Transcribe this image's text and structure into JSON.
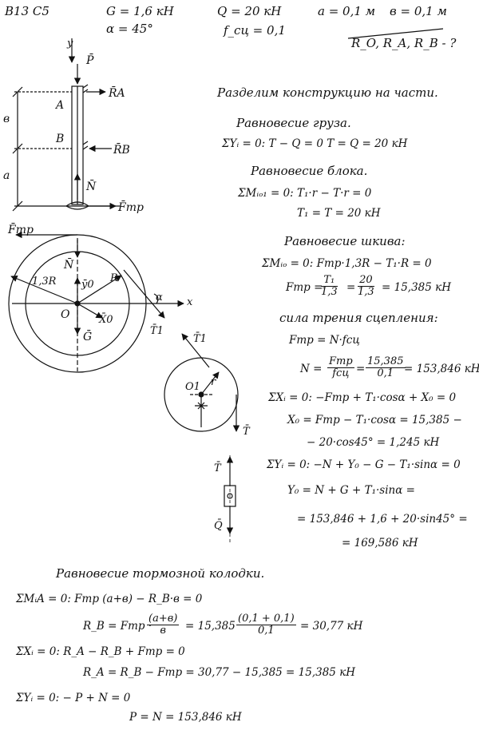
{
  "header": {
    "variant": "B13 C5",
    "g": "G = 1,6 кН",
    "alpha": "α = 45°",
    "q": "Q = 20 кН",
    "fsc": "f_сц = 0,1",
    "a": "a = 0,1 м",
    "b": "в = 0,1 м",
    "unknowns": "R_O, R_A, R_B - ?"
  },
  "fig1": {
    "y": "y",
    "p": "P̄",
    "ra": "R̄A",
    "rb": "R̄B",
    "a_lbl": "A",
    "b_lbl": "B",
    "dim_b": "в",
    "dim_a": "a",
    "n": "N̄",
    "ftr": "F̄тр"
  },
  "fig2": {
    "ftr": "F̄тр",
    "n": "N̄",
    "r13": "1,3R",
    "y0": "ȳ0",
    "r": "R",
    "alpha": "α",
    "x": "x",
    "o": "O",
    "x0": "X̄0",
    "g": "Ḡ",
    "t1": "T̄1"
  },
  "fig3": {
    "t1": "T̄1",
    "o1": "O1",
    "r": "r",
    "t": "T̄"
  },
  "fig4": {
    "t": "T̄",
    "q": "Q̄"
  },
  "text": {
    "l1": "Разделим конструкцию на части.",
    "l2": "Равновесие груза.",
    "l3": "ΣYᵢ = 0:  T − Q = 0          T = Q = 20 кН",
    "l4": "Равновесие блока.",
    "l5": "ΣMᵢₒ₁ = 0:  T₁·r − T·r = 0",
    "l6": "T₁ = T = 20 кН",
    "l7": "Равновесие шкива:",
    "l8": "ΣMᵢₒ = 0:  Fтр·1,3R − T₁·R = 0",
    "l9a": "Fтр =",
    "l9n1": "T₁",
    "l9d1": "1,3",
    "l9b": "=",
    "l9n2": "20",
    "l9d2": "1,3",
    "l9c": "= 15,385 кН",
    "l10": "сила трения сцепления:",
    "l11": "Fтр = N·fсц",
    "l12a": "N =",
    "l12n1": "Fтр",
    "l12d1": "fсц",
    "l12b": "=",
    "l12n2": "15,385",
    "l12d2": "0,1",
    "l12c": "= 153,846 кН",
    "l13": "ΣXᵢ = 0:  −Fтр + T₁·cosα + X₀ = 0",
    "l14": "X₀ = Fтр − T₁·cosα = 15,385 −",
    "l15": "− 20·cos45° = 1,245 кН",
    "l16": "ΣYᵢ = 0:  −N + Y₀ − G − T₁·sinα = 0",
    "l17": "Y₀ = N + G + T₁·sinα =",
    "l18": "= 153,846 + 1,6 + 20·sin45° =",
    "l19": "= 169,586 кН",
    "l20": "Равновесие тормозной колодки.",
    "l21": "ΣMᵢA = 0:   Fтр (a+в) − R_B·в = 0",
    "l22a": "R_B = Fтр ·",
    "l22n1": "(a+в)",
    "l22d1": "в",
    "l22b": "= 15,385",
    "l22n2": "(0,1 + 0,1)",
    "l22d2": "0,1",
    "l22c": "= 30,77 кН",
    "l23": "ΣXᵢ = 0:   R_A − R_B + Fтр = 0",
    "l24": "R_A = R_B − Fтр = 30,77 − 15,385 = 15,385 кН",
    "l25": "ΣYᵢ = 0:    − P + N = 0",
    "l26": "P = N = 153,846 кН"
  }
}
